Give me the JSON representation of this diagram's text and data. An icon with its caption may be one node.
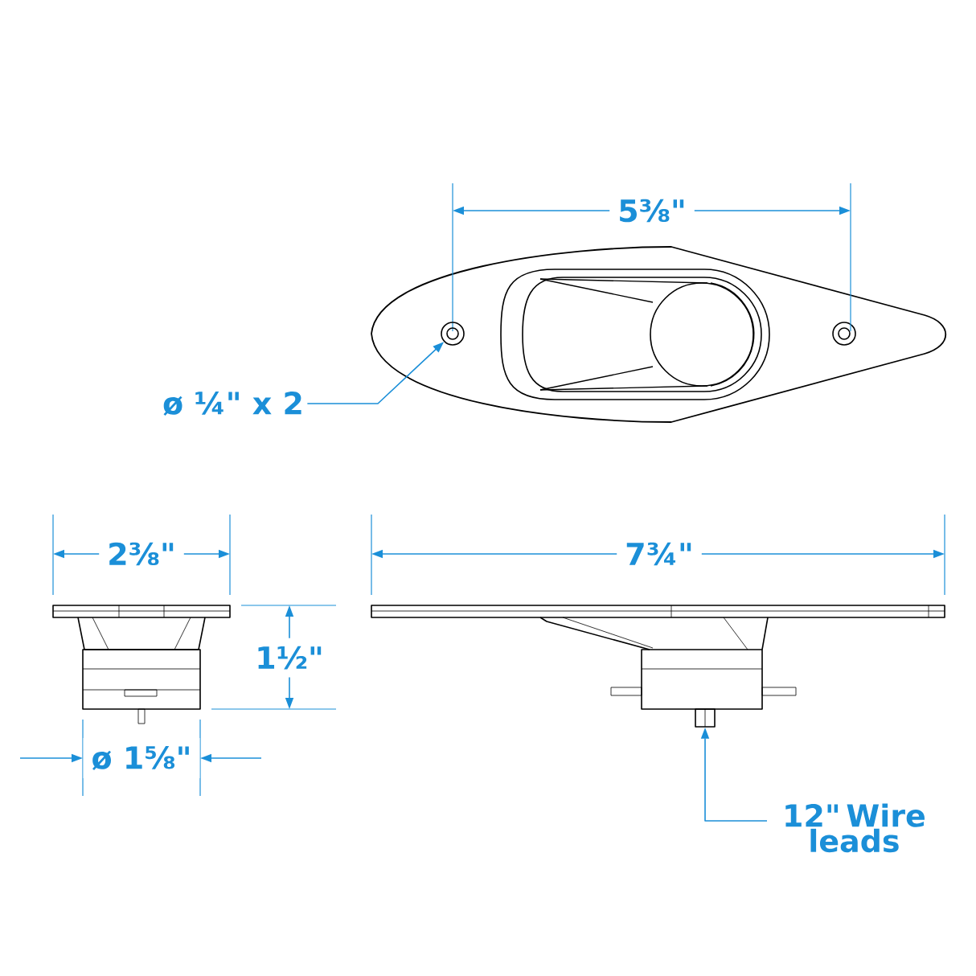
{
  "diagram": {
    "nodes": [
      {
        "text": [
          "ø ¼\" x 2"
        ]
      },
      {
        "text": [],
        "shape": "circle"
      },
      {
        "text": [
          "12\" Wire leads"
        ]
      },
      {
        "text": [],
        "shape": "bar"
      }
    ],
    "edges": [
      {
        "from": 0,
        "to": 1,
        "arrow": "to"
      },
      {
        "from": 2,
        "to": 3,
        "arrow": "to"
      }
    ],
    "labels": [
      "5⅜\"",
      "2⅜\"",
      "7¾\"",
      "1½\"",
      "ø 1⅝\""
    ]
  }
}
